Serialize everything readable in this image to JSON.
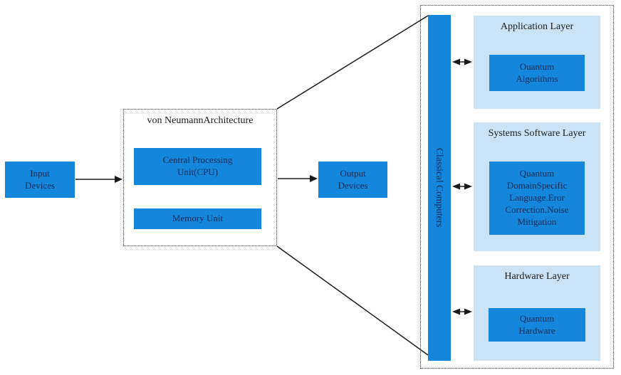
{
  "colors": {
    "box_blue": "#1486DC",
    "panel_light_blue": "#CAE3F6",
    "box_text_navy": "#0E2A52",
    "line_black": "#1a1a1a"
  },
  "flow": {
    "input_devices_label": "Input Devices",
    "von_neumann": {
      "title": "von NeumannArchitecture",
      "cpu_label": "Central Processing Unit(CPU)",
      "memory_label": "Memory Unit"
    },
    "output_devices_label": "Output Devices",
    "classical_bar_label": "Classical Computers"
  },
  "quantum_stack": {
    "layers": [
      {
        "title": "Application Layer",
        "box_label": "Ouantum Algorithms"
      },
      {
        "title": "Systems Software Layer",
        "box_label": "Quantum DomainSpecific Language.Eror Correction.Noise Mitigation"
      },
      {
        "title": "Hardware Layer",
        "box_label": "Quantum Hardware"
      }
    ]
  }
}
